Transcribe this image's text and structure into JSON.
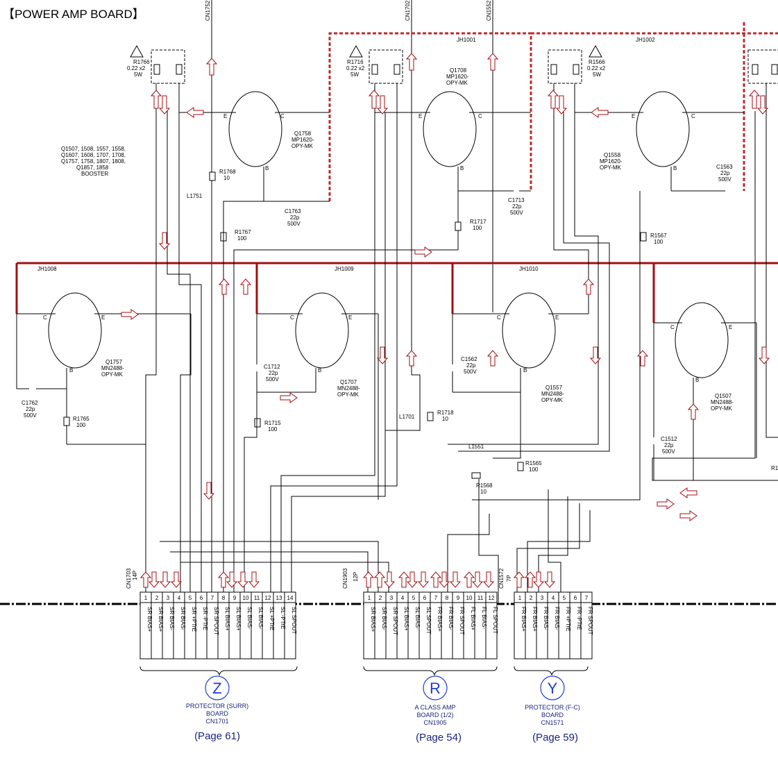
{
  "title": "【POWER AMP BOARD】",
  "top_labels": [
    "CN1752",
    "CN1702",
    "CN1552"
  ],
  "jumpers": [
    "JH1001",
    "JH1002",
    "JH1008",
    "JH1009",
    "JH1010"
  ],
  "transistors": [
    {
      "ref": "Q1758",
      "model": [
        "MP1620-",
        "OPY-MK"
      ]
    },
    {
      "ref": "Q1708",
      "model": [
        "MP1620-",
        "OPY-MK"
      ]
    },
    {
      "ref": "Q1558",
      "model": [
        "MP1620-",
        "OPY-MK"
      ]
    },
    {
      "ref": "Q1757",
      "model": [
        "MN2488-",
        "OPY-MK"
      ]
    },
    {
      "ref": "Q1707",
      "model": [
        "MN2488-",
        "OPY-MK"
      ]
    },
    {
      "ref": "Q1557",
      "model": [
        "MN2488-",
        "OPY-MK"
      ]
    },
    {
      "ref": "Q1507",
      "model": [
        "MN2488-",
        "OPY-MK"
      ]
    }
  ],
  "pin_letters": {
    "e": "E",
    "c": "C",
    "b": "B"
  },
  "booster_note": [
    "Q1507, 1508, 1557, 1558,",
    "Q1607, 1608, 1707, 1708,",
    "Q1757, 1758, 1807, 1808,",
    "Q1857, 1858",
    "BOOSTER"
  ],
  "resistors_power": [
    {
      "ref": "R1766",
      "value": "0.22 x2",
      "watt": "5W"
    },
    {
      "ref": "R1716",
      "value": "0.22 x2",
      "watt": "5W"
    },
    {
      "ref": "R1566",
      "value": "0.22 x2",
      "watt": "5W"
    }
  ],
  "components": [
    {
      "ref": "R1768",
      "value": "10"
    },
    {
      "ref": "L1751",
      "value": ""
    },
    {
      "ref": "R1767",
      "value": "100"
    },
    {
      "ref": "R1717",
      "value": "100"
    },
    {
      "ref": "R1567",
      "value": "100"
    },
    {
      "ref": "R1765",
      "value": "100"
    },
    {
      "ref": "R1715",
      "value": "100"
    },
    {
      "ref": "R1718",
      "value": "10"
    },
    {
      "ref": "L1701",
      "value": ""
    },
    {
      "ref": "L1551",
      "value": ""
    },
    {
      "ref": "R1565",
      "value": "100"
    },
    {
      "ref": "R1568",
      "value": "10"
    },
    {
      "ref": "R1",
      "value": ""
    }
  ],
  "capacitors": [
    {
      "ref": "C1763",
      "value": "22p",
      "volt": "500V"
    },
    {
      "ref": "C1713",
      "value": "22p",
      "volt": "500V"
    },
    {
      "ref": "C1563",
      "value": "22p",
      "volt": "500V"
    },
    {
      "ref": "C1762",
      "value": "22p",
      "volt": "500V"
    },
    {
      "ref": "C1712",
      "value": "22p",
      "volt": "500V"
    },
    {
      "ref": "C1562",
      "value": "22p",
      "volt": "500V"
    },
    {
      "ref": "C1512",
      "value": "22p",
      "volt": "500V"
    }
  ],
  "connectors": [
    {
      "ref": "CN1703",
      "pins_label": "14P",
      "pins": [
        "1",
        "2",
        "3",
        "4",
        "5",
        "6",
        "7",
        "8",
        "9",
        "10",
        "11",
        "12",
        "13",
        "14"
      ],
      "signals": [
        "SR BIAS+",
        "SR BIAS+",
        "SR BIAS-",
        "SR BIAS-",
        "SR +PTrE",
        "SR -PTrE",
        "SR SPOUT",
        "SL BIAS+",
        "SL BIAS+",
        "SL BIAS-",
        "SL BIAS-",
        "SL +PTrE",
        "SL -PTrE",
        "SL SPOUT"
      ]
    },
    {
      "ref": "CN1903",
      "pins_label": "12P",
      "pins": [
        "1",
        "2",
        "3",
        "4",
        "5",
        "6",
        "7",
        "8",
        "9",
        "10",
        "11",
        "12"
      ],
      "signals": [
        "SR BIAS+",
        "SR BIAS-",
        "SR SPOUT",
        "SL BIAS+",
        "SL BIAS-",
        "SL SPOUT",
        "FR BIAS+",
        "FR BIAS-",
        "FR SPOUT",
        "FL BIAS+",
        "FL BIAS-",
        "FL SPOUT"
      ]
    },
    {
      "ref": "CN1572",
      "pins_label": "7P",
      "pins": [
        "1",
        "2",
        "3",
        "4",
        "5",
        "6",
        "7"
      ],
      "signals": [
        "FR BIAS+",
        "FR BIAS+",
        "FR BIAS-",
        "FR BIAS-",
        "FR +PTrE",
        "FR -PTrE",
        "FR SPOUT"
      ]
    }
  ],
  "boards": [
    {
      "letter": "Z",
      "name": [
        "PROTECTOR (SURR)",
        "BOARD",
        "CN1701"
      ],
      "page": "(Page 61)"
    },
    {
      "letter": "R",
      "name": [
        "A CLASS AMP",
        "BOARD (1/2)",
        "CN1905"
      ],
      "page": "(Page 54)"
    },
    {
      "letter": "Y",
      "name": [
        "PROTECTOR (F-C)",
        "BOARD",
        "CN1571"
      ],
      "page": "(Page 59)"
    }
  ],
  "colors": {
    "bus": "#a30d12",
    "link_blue": "#1e3ccf",
    "text_blue": "#1a237e"
  }
}
